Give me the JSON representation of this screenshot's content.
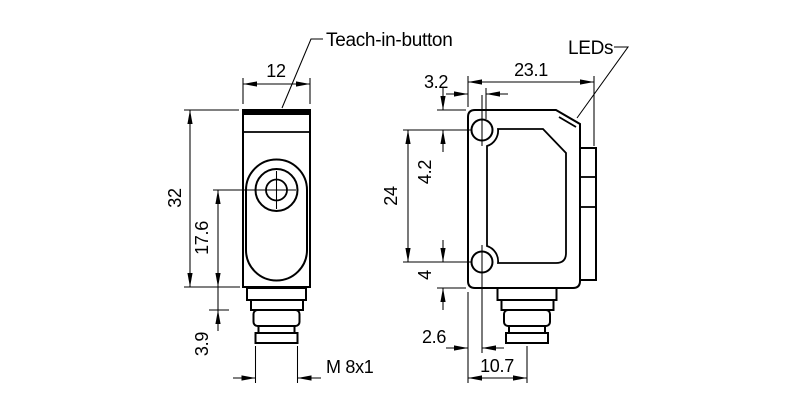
{
  "drawing": {
    "labels": {
      "teach_in_button": "Teach-in-button",
      "leds": "LEDs"
    },
    "front_view": {
      "width": "12",
      "height": "32",
      "lens_center_to_bottom": "17.6",
      "connector_step_length": "3.9",
      "connector_thread": "M 8x1"
    },
    "side_view": {
      "depth": "23.1",
      "front_to_hole_top": "3.2",
      "top_to_hole_center": "4.2",
      "hole_spacing": "24",
      "hole_center_to_bottom": "4",
      "front_to_hole_bottom": "2.6",
      "front_to_connector_center": "10.7"
    },
    "line_color": "#000000",
    "background_color": "#ffffff"
  }
}
